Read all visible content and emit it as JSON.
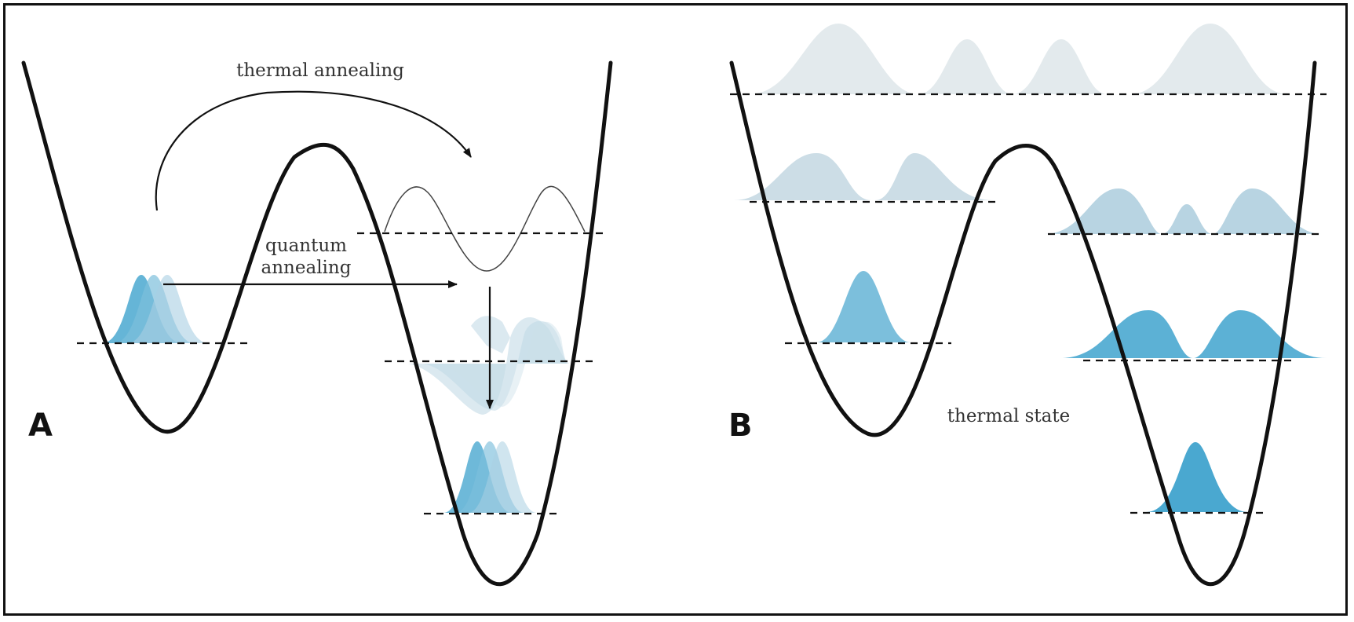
{
  "panels": [
    {
      "letter": "A",
      "labels": {
        "thermal": "thermal annealing",
        "quantum_line1": "quantum",
        "quantum_line2": "annealing"
      }
    },
    {
      "letter": "B",
      "labels": {
        "thermal_state": "thermal state"
      }
    }
  ],
  "colors": {
    "blue_strong": "#4aa8d0",
    "blue_mid": "#7cbfdc",
    "blue_light": "#b8d4e2",
    "grey_light": "#e3eaed",
    "outline": "#111111"
  }
}
